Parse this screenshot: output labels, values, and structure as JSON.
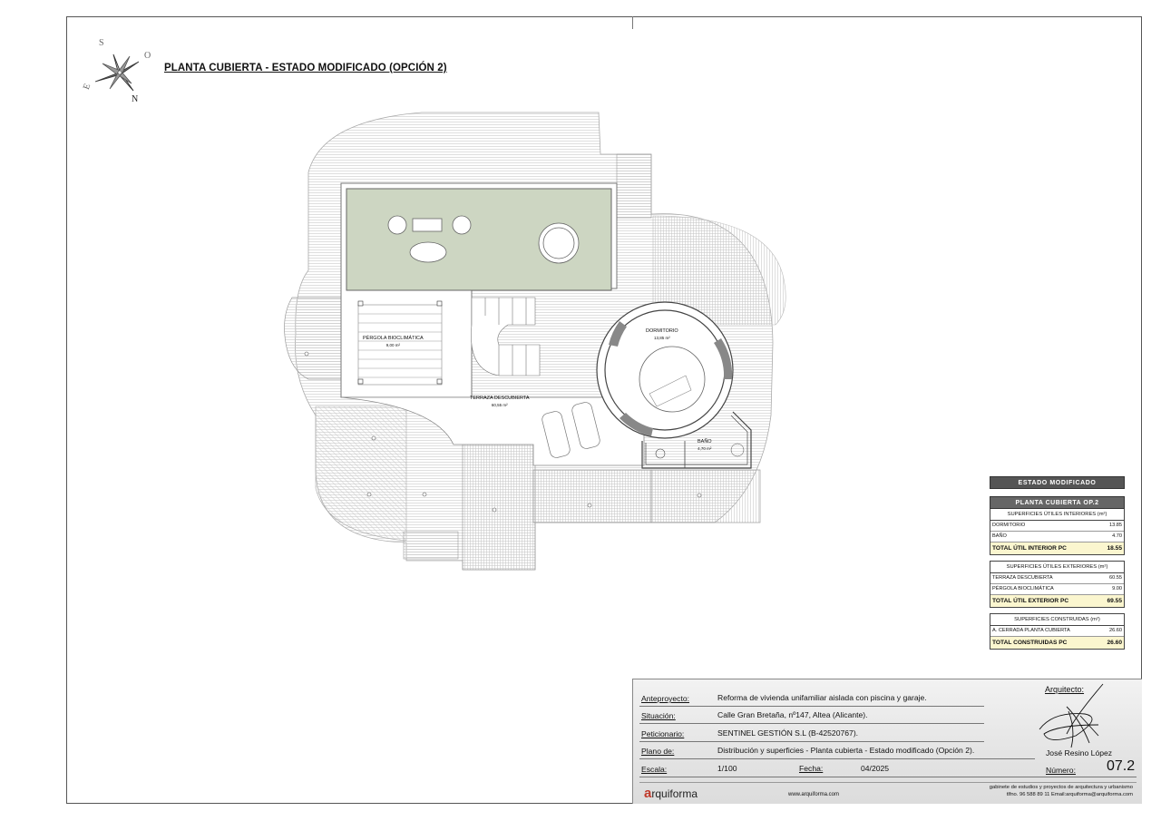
{
  "sheet": {
    "title": "PLANTA CUBIERTA - ESTADO MODIFICADO (OPCIÓN 2)"
  },
  "compass": {
    "s": "S",
    "o": "O",
    "e": "E",
    "n": "N"
  },
  "plan_labels": {
    "pergola": {
      "name": "PÉRGOLA BIOCLIMÁTICA",
      "area": "9,00 m²"
    },
    "terraza": {
      "name": "TERRAZA DESCUBIERTA",
      "area": "60,55 m²"
    },
    "dormitorio": {
      "name": "DORMITORIO",
      "area": "13,85 m²"
    },
    "bano": {
      "name": "BAÑO",
      "area": "4,70 m²"
    }
  },
  "surfaces": {
    "header": "ESTADO MODIFICADO",
    "subheader": "PLANTA CUBIERTA OP.2",
    "interior": {
      "title": "SUPERFICIES ÚTILES INTERIORES (m²)",
      "rows": [
        {
          "label": "DORMITORIO",
          "value": "13.85"
        },
        {
          "label": "BAÑO",
          "value": "4.70"
        }
      ],
      "total_label": "TOTAL ÚTIL INTERIOR PC",
      "total_value": "18.55"
    },
    "exterior": {
      "title": "SUPERFICIES ÚTILES EXTERIORES (m²)",
      "rows": [
        {
          "label": "TERRAZA DESCUBIERTA",
          "value": "60.55"
        },
        {
          "label": "PÉRGOLA BIOCLIMÁTICA",
          "value": "9.00"
        }
      ],
      "total_label": "TOTAL ÚTIL EXTERIOR PC",
      "total_value": "69.55"
    },
    "construidas": {
      "title": "SUPERFICIES CONSTRUIDAS (m²)",
      "rows": [
        {
          "label": "A. CERRADA PLANTA CUBIERTA",
          "value": "26.60"
        }
      ],
      "total_label": "TOTAL CONSTRUIDAS PC",
      "total_value": "26.60"
    }
  },
  "title_block": {
    "anteproyecto_label": "Anteproyecto:",
    "anteproyecto": "Reforma de vivienda unifamiliar aislada con piscina y garaje.",
    "situacion_label": "Situación:",
    "situacion": "Calle Gran Bretaña, nº147, Altea (Alicante).",
    "peticionario_label": "Peticionario:",
    "peticionario": "SENTINEL GESTIÓN S.L (B-42520767).",
    "plano_label": "Plano de:",
    "plano": "Distribución y superficies - Planta cubierta - Estado modificado (Opción 2).",
    "escala_label": "Escala:",
    "escala": "1/100",
    "fecha_label": "Fecha:",
    "fecha": "04/2025",
    "arquitecto_label": "Arquitecto:",
    "arquitecto": "José Resino López",
    "numero_label": "Número:",
    "numero": "07.2",
    "logo_initial": "a",
    "logo_rest": "rquiforma",
    "web": "www.arquiforma.com",
    "gabinete_line1": "gabinete de estudios y proyectos de arquitectura y urbanismo",
    "gabinete_line2": "tlfno. 96 588 89 11  Email:arquiforma@arquiforma.com"
  }
}
